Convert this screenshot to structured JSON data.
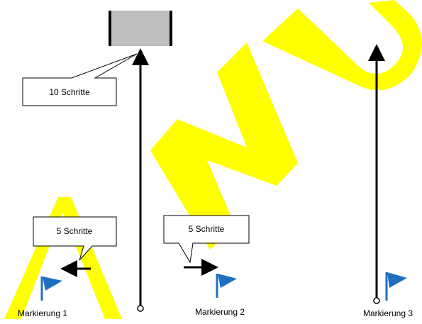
{
  "callouts": {
    "steps_10": "10 Schritte",
    "steps_5_left": "5 Schritte",
    "steps_5_right": "5 Schritte"
  },
  "markers": [
    {
      "label": "Markierung 1"
    },
    {
      "label": "Markierung 2"
    },
    {
      "label": "Markierung 3"
    }
  ],
  "watermark": {
    "text": "AWU",
    "color": "#ffff00"
  },
  "colors": {
    "flag": "#1f6fc0",
    "goal_fill": "#bfbfbf",
    "line": "#000000"
  }
}
